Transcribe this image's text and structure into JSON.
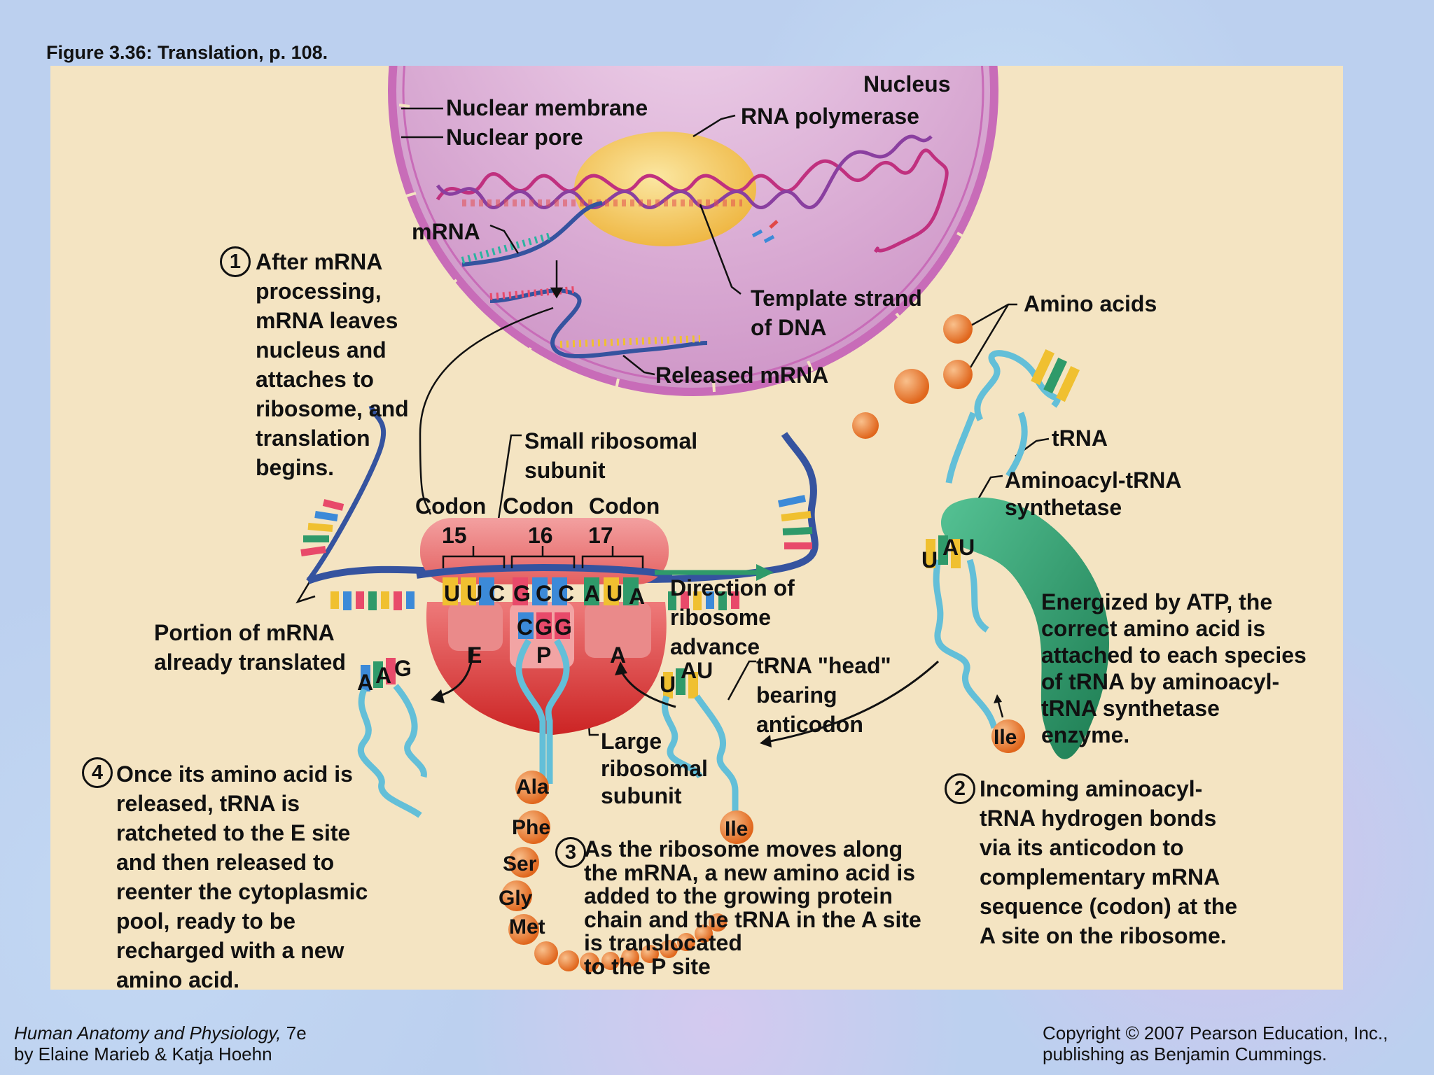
{
  "figure_title": "Figure 3.36:  Translation, p. 108.",
  "labels": {
    "nucleus": "Nucleus",
    "nuclear_membrane": "Nuclear membrane",
    "nuclear_pore": "Nuclear pore",
    "rna_polymerase": "RNA polymerase",
    "mrna": "mRNA",
    "template_strand_l1": "Template strand",
    "template_strand_l2": "of DNA",
    "released_mrna": "Released mRNA",
    "amino_acids": "Amino acids",
    "trna": "tRNA",
    "synthetase_l1": "Aminoacyl-tRNA",
    "synthetase_l2": "synthetase",
    "small_subunit_l1": "Small ribosomal",
    "small_subunit_l2": "subunit",
    "codon_word": "Codon",
    "codon_15": "15",
    "codon_16": "16",
    "codon_17": "17",
    "direction_l1": "Direction of",
    "direction_l2": "ribosome",
    "direction_l3": "advance",
    "portion_l1": "Portion of mRNA",
    "portion_l2": "already translated",
    "trna_head_l1": "tRNA \"head\"",
    "trna_head_l2": "bearing",
    "trna_head_l3": "anticodon",
    "large_subunit_l1": "Large",
    "large_subunit_l2": "ribosomal",
    "large_subunit_l3": "subunit",
    "site_e": "E",
    "site_p": "P",
    "site_a": "A"
  },
  "mrna_bases": [
    "U",
    "U",
    "C",
    "G",
    "C",
    "C",
    "A",
    "U",
    "A"
  ],
  "anticodons": {
    "p_site": [
      "C",
      "G",
      "G"
    ],
    "released": [
      "A",
      "A",
      "G"
    ],
    "incoming": [
      "U",
      "AU"
    ],
    "synthetase": [
      "U",
      "AU"
    ]
  },
  "amino_acid_chain": [
    "Ala",
    "Phe",
    "Ser",
    "Gly",
    "Met"
  ],
  "ile_labels": [
    "Ile",
    "Ile"
  ],
  "steps": [
    {
      "number": "1",
      "lines": [
        "After mRNA",
        "processing,",
        "mRNA leaves",
        "nucleus and",
        "attaches to",
        "ribosome, and",
        "translation",
        "begins."
      ]
    },
    {
      "number": "2",
      "lines": [
        "Incoming aminoacyl-",
        "tRNA hydrogen bonds",
        "via its anticodon to",
        "complementary mRNA",
        "sequence (codon) at the",
        "A site on the ribosome."
      ]
    },
    {
      "number": "3",
      "lines": [
        "As the ribosome moves along",
        "the mRNA, a new amino acid is",
        "added to the growing protein",
        "chain and the tRNA in the A site",
        "is translocated",
        "to the P site"
      ]
    },
    {
      "number": "4",
      "lines": [
        "Once its amino acid is",
        "released, tRNA is",
        "ratcheted to the E site",
        "and then released to",
        "reenter the cytoplasmic",
        "pool, ready to be",
        "recharged with a new",
        "amino acid."
      ]
    }
  ],
  "energized_lines": [
    "Energized by ATP, the",
    "correct amino acid is",
    "attached to each species",
    "of tRNA by aminoacyl-",
    "tRNA synthetase",
    "enzyme."
  ],
  "footer": {
    "book_title": "Human Anatomy and Physiology,",
    "edition": " 7e",
    "authors": "by Elaine Marieb & Katja Hoehn",
    "copyright_l1": "Copyright © 2007 Pearson Education, Inc.,",
    "copyright_l2": "publishing as Benjamin Cummings."
  },
  "colors": {
    "panel": "#f4e4c2",
    "nucleus": "#d9a7d3",
    "polymerase": "#f2c65a",
    "ribosome_small": "#e86d6d",
    "ribosome_large": "#d83434",
    "trna": "#63bfd8",
    "amino_acid": "#e87b2c",
    "synthetase": "#2f9a6a",
    "mrna_backbone": "#35539f"
  }
}
